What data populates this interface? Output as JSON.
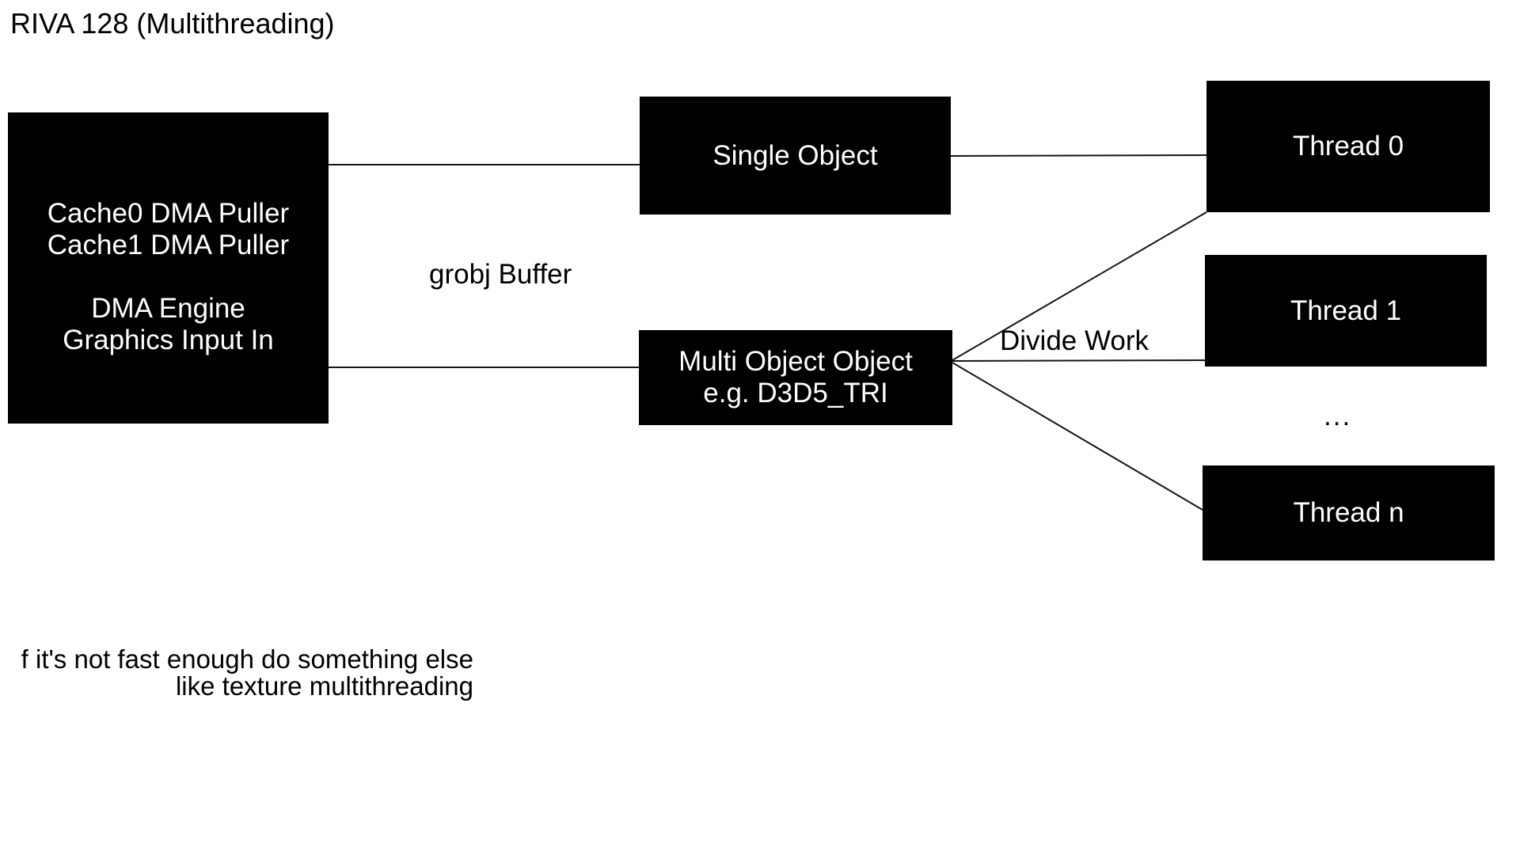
{
  "title": "RIVA 128 (Multithreading)",
  "colors": {
    "background": "#ffffff",
    "box_fill": "#000000",
    "box_text": "#ffffff",
    "connector_line": "#151515",
    "label_text": "#000000"
  },
  "diagram": {
    "pipeline_box": {
      "lines": [
        "Cache0 DMA Puller",
        "Cache1 DMA Puller",
        "",
        "DMA Engine",
        "Graphics Input In"
      ]
    },
    "single_object_box": {
      "label": "Single Object"
    },
    "multi_object_box": {
      "line1": "Multi Object Object",
      "line2": "e.g. D3D5_TRI"
    },
    "threads": [
      {
        "label": "Thread 0"
      },
      {
        "label": "Thread 1"
      },
      {
        "label": "Thread n"
      }
    ],
    "ellipsis": "...",
    "labels": {
      "grobj_buffer": "grobj Buffer",
      "divide_work": "Divide Work"
    },
    "note": {
      "line1": "f it's not fast enough do something else",
      "line2": "like texture multithreading"
    }
  }
}
